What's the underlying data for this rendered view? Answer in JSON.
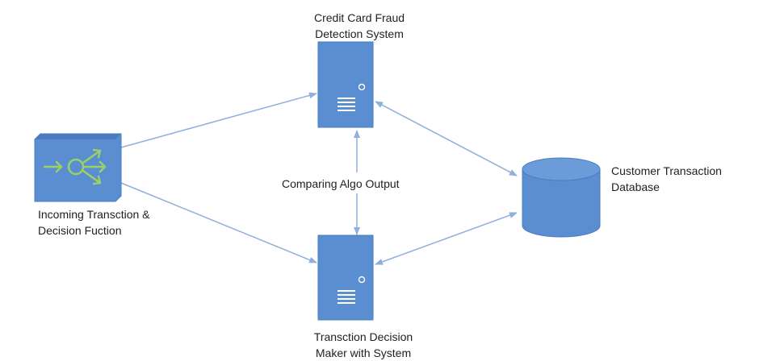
{
  "nodes": {
    "fraud_system": {
      "line1": "Credit Card Fraud",
      "line2": "Detection System"
    },
    "decision_maker": {
      "line1": "Transction Decision",
      "line2": "Maker with System"
    },
    "incoming": {
      "line1": "Incoming Transction &",
      "line2": "Decision Fuction"
    },
    "database": {
      "line1": "Customer Transaction",
      "line2": "Database"
    }
  },
  "edge_labels": {
    "comparing": "Comparing Algo Output"
  },
  "colors": {
    "shape_fill": "#5b8ed0",
    "shape_stroke": "#4a7cbf",
    "connector": "#8fb0dc",
    "icon_white": "#ffffff",
    "icon_green": "#9ad06a"
  }
}
